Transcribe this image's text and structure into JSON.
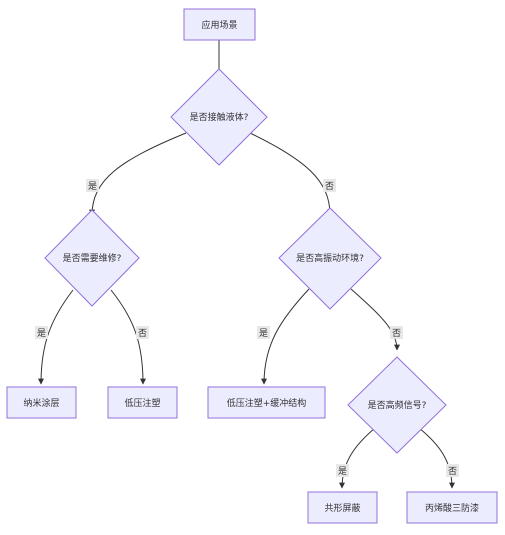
{
  "diagram": {
    "colors": {
      "node_fill": "#ECECFF",
      "node_stroke": "#9370DB",
      "edge": "#333333",
      "label_bg": "#E8E8E8"
    },
    "nodes": {
      "root": "应用场景",
      "q_liquid": "是否接触液体?",
      "q_maint": "是否需要维修?",
      "q_vib": "是否高振动环境?",
      "q_freq": "是否高频信号?",
      "leaf_nano": "纳米涂层",
      "leaf_lpm": "低压注塑",
      "leaf_lpm_buffer": "低压注塑+缓冲结构",
      "leaf_shield": "共形屏蔽",
      "leaf_acrylic": "丙烯酸三防漆"
    },
    "edge_labels": {
      "liquid_yes": "是",
      "liquid_no": "否",
      "maint_yes": "是",
      "maint_no": "否",
      "vib_yes": "是",
      "vib_no": "否",
      "freq_yes": "是",
      "freq_no": "否"
    }
  }
}
